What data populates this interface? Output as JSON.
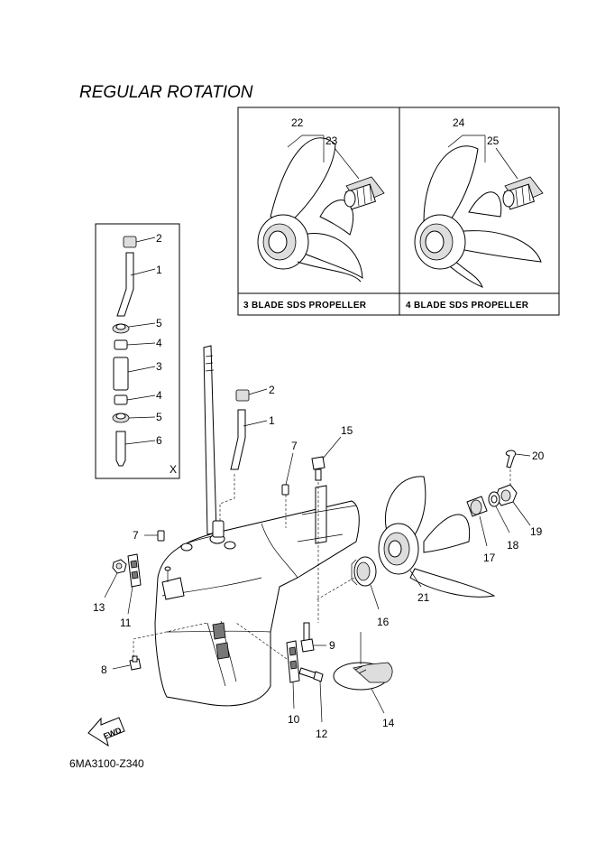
{
  "title": "REGULAR ROTATION",
  "diagram_code": "6MA3100-Z340",
  "fwd_label": "FWD",
  "inset_x_label": "X",
  "insets": [
    {
      "label": "3 BLADE SDS PROPELLER",
      "callouts": [
        "22",
        "23"
      ]
    },
    {
      "label": "4 BLADE SDS PROPELLER",
      "callouts": [
        "24",
        "25"
      ]
    }
  ],
  "callouts": {
    "x2": "2",
    "x1": "1",
    "x5a": "5",
    "x4a": "4",
    "x3": "3",
    "x4b": "4",
    "x5b": "5",
    "x6": "6",
    "m2": "2",
    "m1": "1",
    "m7a": "7",
    "m7b": "7",
    "m15": "15",
    "m20": "20",
    "m19": "19",
    "m18": "18",
    "m17": "17",
    "m21": "21",
    "m16": "16",
    "m13": "13",
    "m11": "11",
    "m8": "8",
    "m9": "9",
    "m10": "10",
    "m12": "12",
    "m14": "14"
  }
}
